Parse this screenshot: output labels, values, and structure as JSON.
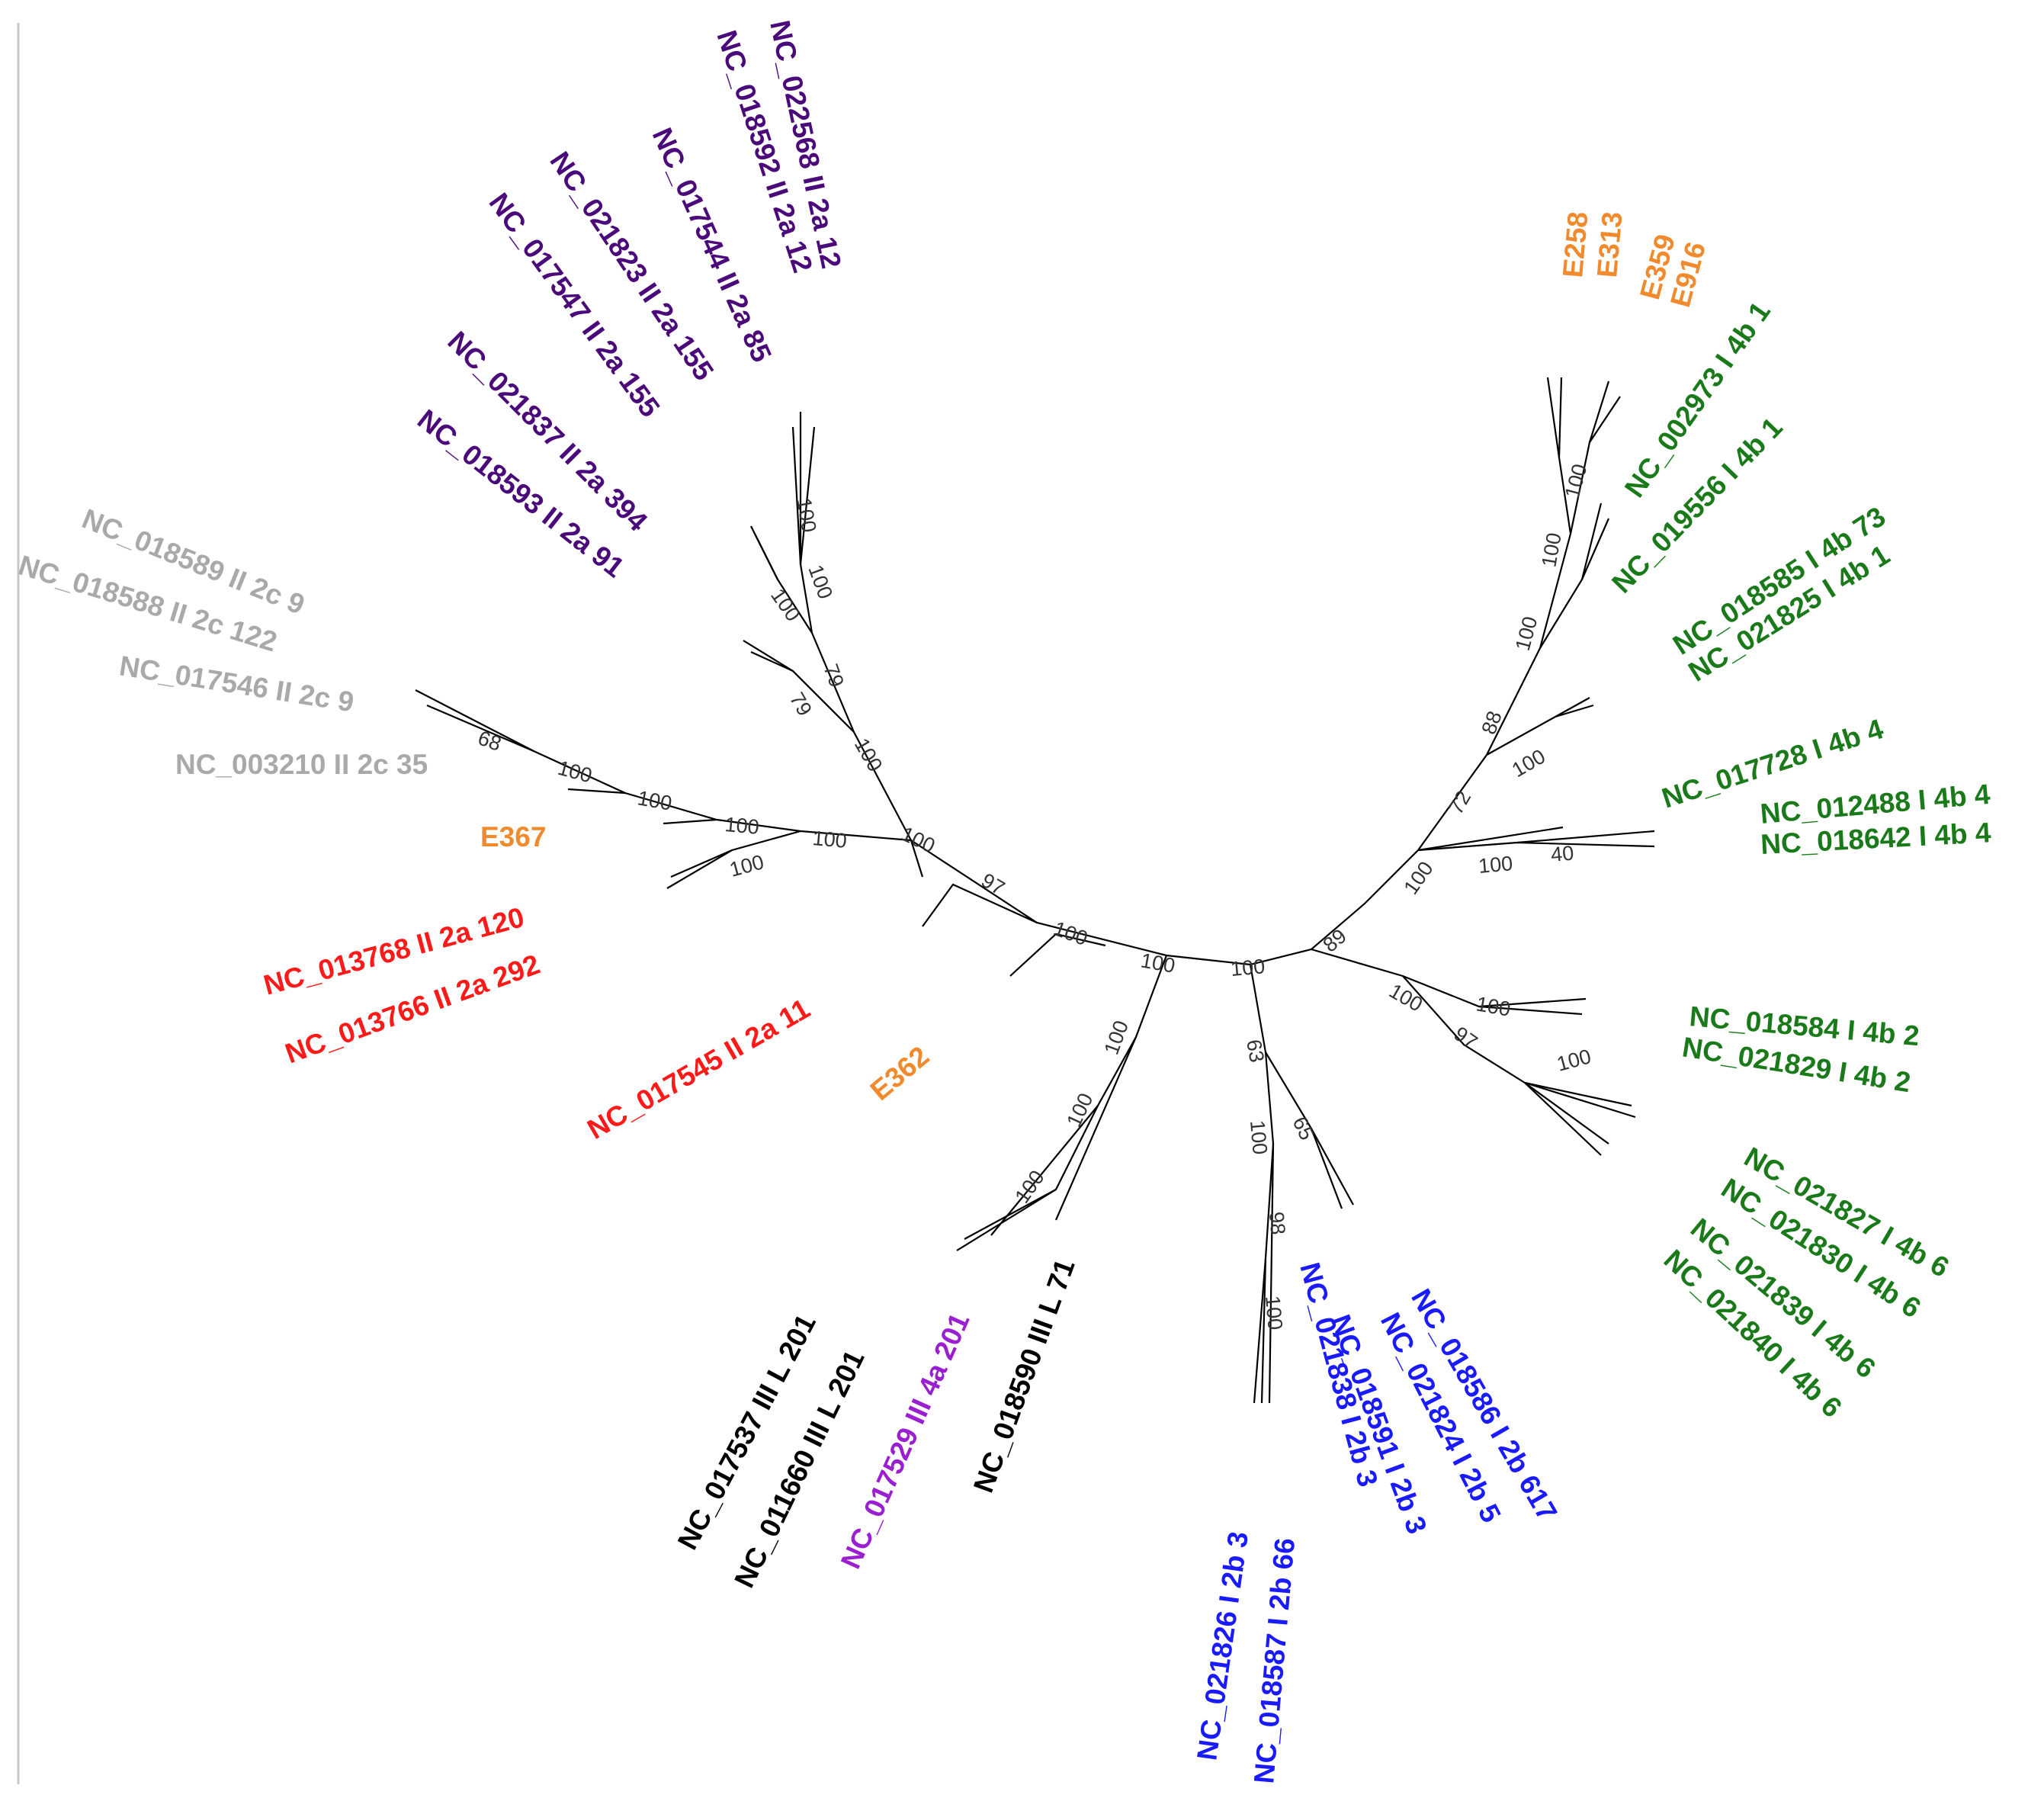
{
  "colors": {
    "purple": "#4b0a7a",
    "grey": "#a9a9a9",
    "orange": "#f08a2c",
    "red": "#ff1a1a",
    "black": "#000000",
    "violet": "#9a1fd0",
    "blue": "#1a1aff",
    "green": "#1a7a1a"
  },
  "leaves": {
    "l1": "NC_022568 II 2a 12",
    "l2": "NC_018592 II 2a 12",
    "l3": "NC_017544 II 2a 85",
    "l4": "NC_021823 II 2a 155",
    "l5": "NC_017547 II 2a 155",
    "l6": "NC_021837 II 2a 394",
    "l7": "NC_018593 II 2a 91",
    "l8": "NC_018589 II 2c 9",
    "l9": "NC_018588 II 2c 122",
    "l10": "NC_017546 II 2c 9",
    "l11": "NC_003210 II 2c 35",
    "l12": "E367",
    "l13": "NC_013768 II 2a 120",
    "l14": "NC_013766 II 2a 292",
    "l15": "NC_017545 II 2a 11",
    "l16": "E362",
    "l17": "NC_017537 III L 201",
    "l18": "NC_011660 III L 201",
    "l19": "NC_017529 III 4a 201",
    "l20": "NC_018590 III L 71",
    "l21": "NC_021826 I 2b 3",
    "l22": "NC_018587 I 2b 66",
    "l23": "NC_021838 I 2b 3",
    "l24": "NC_018591 I 2b 3",
    "l25": "NC_021824 I 2b 5",
    "l26": "NC_018586 I 2b 617",
    "l27": "E258",
    "l28": "E313",
    "l29": "E359",
    "l30": "E916",
    "l31": "NC_002973 I 4b 1",
    "l32": "NC_019556 I 4b 1",
    "l33": "NC_018585 I 4b 73",
    "l34": "NC_021825 I 4b 1",
    "l35": "NC_017728 I 4b 4",
    "l36": "NC_012488 I 4b 4",
    "l37": "NC_018642 I 4b 4",
    "l38": "NC_018584 I 4b 2",
    "l39": "NC_021829 I 4b 2",
    "l40": "NC_021827 I 4b 6",
    "l41": "NC_021830 I 4b 6",
    "l42": "NC_021839 I 4b 6",
    "l43": "NC_021840 I 4b 6"
  },
  "bootstrap": {
    "b1": "100",
    "b2": "100",
    "b3": "100",
    "b4": "79",
    "b5": "79",
    "b6": "100",
    "b7": "68",
    "b8": "100",
    "b9": "100",
    "b10": "100",
    "b11": "100",
    "b12": "100",
    "b13": "100",
    "b14": "97",
    "b15": "100",
    "b16": "100",
    "b17": "100",
    "b18": "100",
    "b19": "100",
    "b20": "100",
    "b21": "63",
    "b22": "65",
    "b23": "100",
    "b24": "98",
    "b25": "100",
    "b26": "100",
    "b27": "100",
    "b28": "100",
    "b29": "88",
    "b30": "72",
    "b31": "100",
    "b32": "100",
    "b33": "100",
    "b34": "40",
    "b35": "89",
    "b36": "100",
    "b37": "100",
    "b38": "97",
    "b39": "100"
  }
}
